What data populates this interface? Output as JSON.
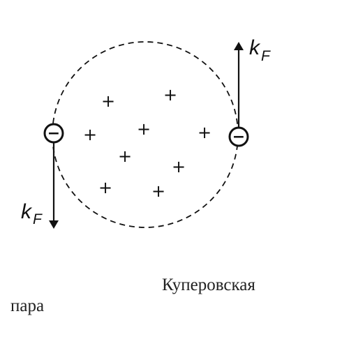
{
  "diagram": {
    "lattice_ion_symbol": "+",
    "electron_symbol": "−",
    "momentum_symbol": "k",
    "momentum_subscript": "F",
    "caption_line1": "Куперовская",
    "caption_line2": "пара"
  }
}
